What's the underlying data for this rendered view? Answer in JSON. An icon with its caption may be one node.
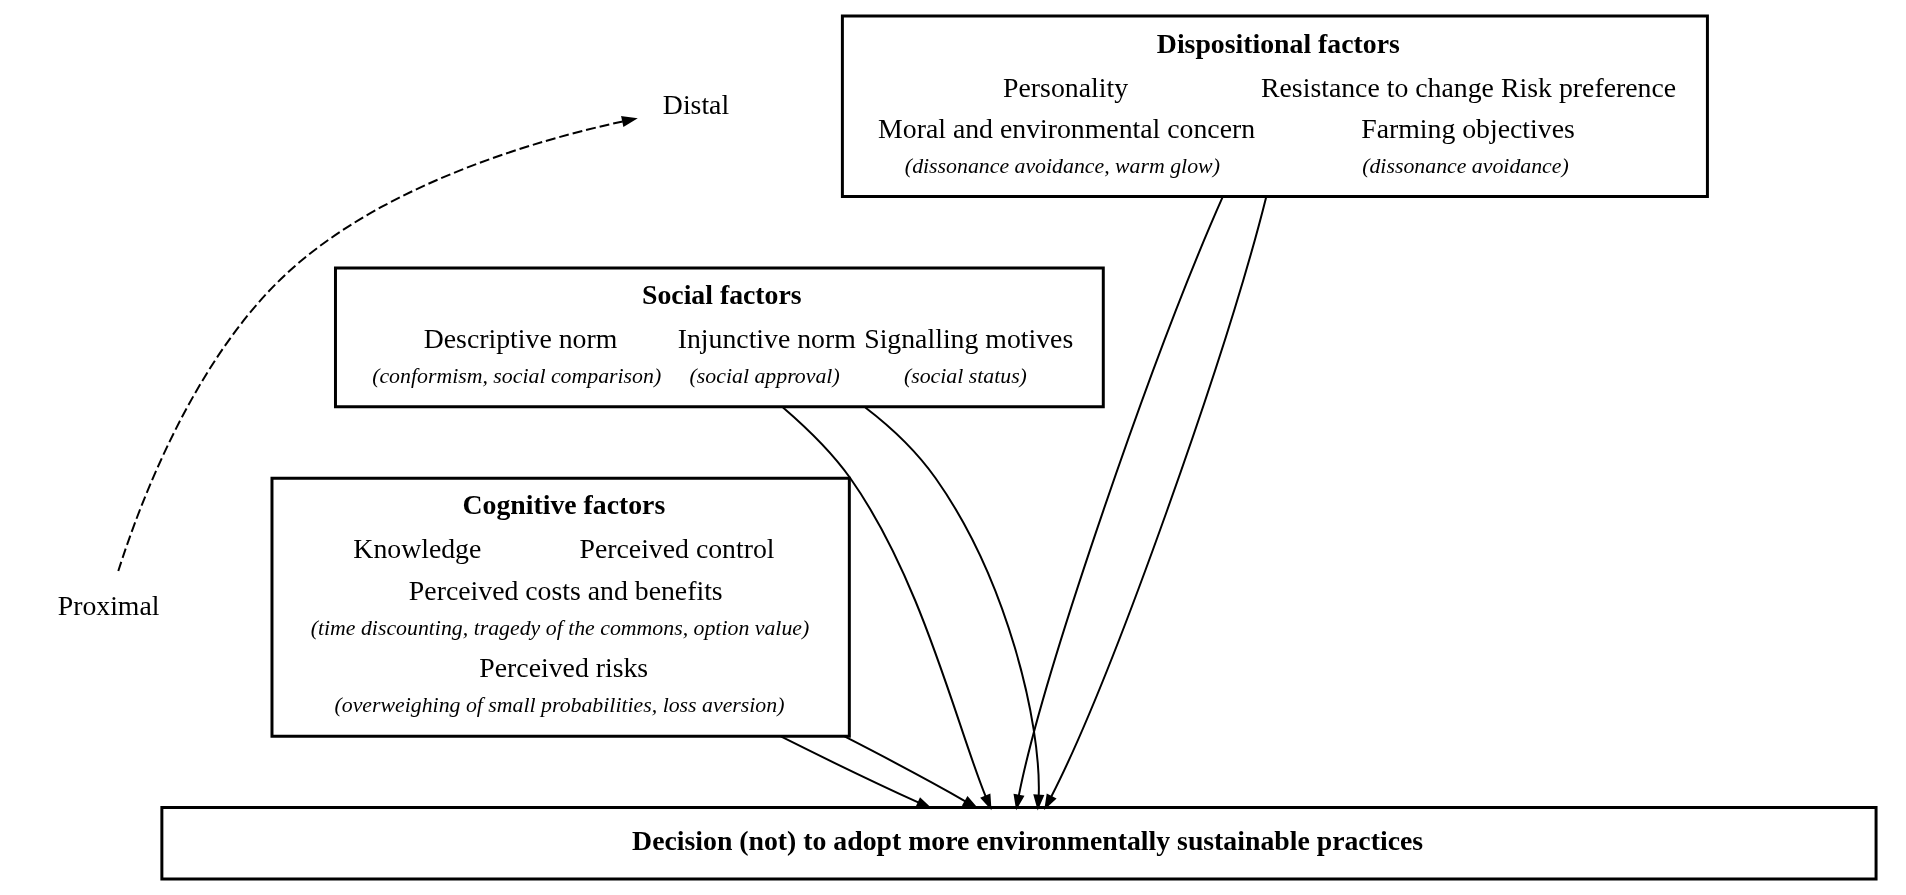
{
  "diagram": {
    "nodes": [
      {
        "text": [
          "Distal"
        ]
      },
      {
        "text": [
          "Dispositional factors",
          "Personality",
          "Resistance to change",
          "Risk preference",
          "Moral and environmental concern",
          "(dissonance avoidance, warm glow)",
          "Farming objectives",
          "(dissonance avoidance)"
        ]
      },
      {
        "text": [
          "Social factors",
          "Descriptive norm",
          "(conformism, social comparison)",
          "Injunctive norm",
          "(social approval)",
          "Signalling motives",
          "(social status)"
        ]
      },
      {
        "text": [
          "Cognitive factors",
          "Knowledge",
          "Perceived control",
          "Perceived costs and benefits",
          "(time discounting, tragedy of the commons, option value)",
          "Perceived risks",
          "(overweighing of small probabilities, loss aversion)"
        ]
      },
      {
        "text": [
          "Proximal"
        ]
      },
      {
        "text": [
          "Decision (not) to adopt more environmentally sustainable practices"
        ]
      }
    ],
    "edges": [
      {
        "from": 4,
        "to": 0,
        "arrow": "to",
        "style": "dashed"
      },
      {
        "from": 1,
        "to": 5,
        "arrow": "to"
      },
      {
        "from": 1,
        "to": 5,
        "arrow": "to"
      },
      {
        "from": 2,
        "to": 5,
        "arrow": "to"
      },
      {
        "from": 2,
        "to": 5,
        "arrow": "to"
      },
      {
        "from": 3,
        "to": 5,
        "arrow": "to"
      },
      {
        "from": 3,
        "to": 5,
        "arrow": "to"
      }
    ]
  }
}
